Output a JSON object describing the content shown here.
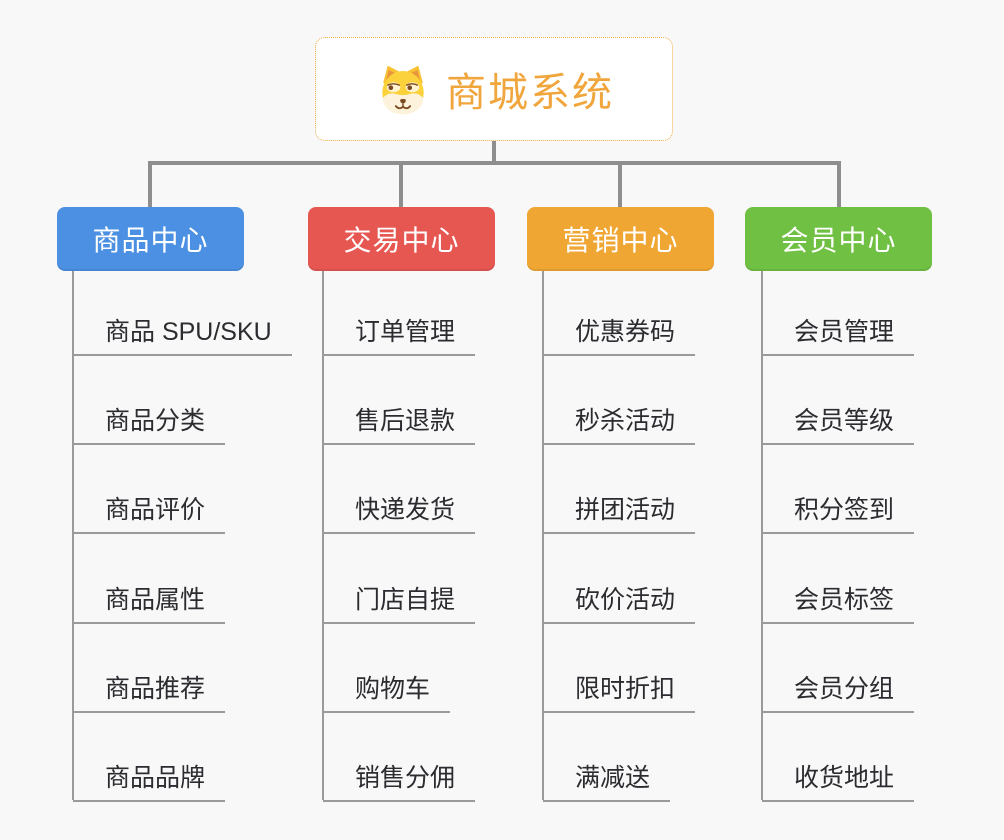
{
  "canvas": {
    "background": "#f8f8f8",
    "connector_color": "#8e8e8e",
    "child_line_color": "#9a9a9a",
    "child_text_color": "#2b2b30"
  },
  "root": {
    "title": "商城系统",
    "icon": "dog-face-icon",
    "text_color": "#f0a63c",
    "border_color": "#f0ac44"
  },
  "branches": [
    {
      "label": "商品中心",
      "color": "#4b90e2",
      "children": [
        "商品 SPU/SKU",
        "商品分类",
        "商品评价",
        "商品属性",
        "商品推荐",
        "商品品牌"
      ]
    },
    {
      "label": "交易中心",
      "color": "#e65752",
      "children": [
        "订单管理",
        "售后退款",
        "快递发货",
        "门店自提",
        "购物车",
        "销售分佣"
      ]
    },
    {
      "label": "营销中心",
      "color": "#f0a632",
      "children": [
        "优惠券码",
        "秒杀活动",
        "拼团活动",
        "砍价活动",
        "限时折扣",
        "满减送"
      ]
    },
    {
      "label": "会员中心",
      "color": "#70c043",
      "children": [
        "会员管理",
        "会员等级",
        "积分签到",
        "会员标签",
        "会员分组",
        "收货地址"
      ]
    }
  ]
}
